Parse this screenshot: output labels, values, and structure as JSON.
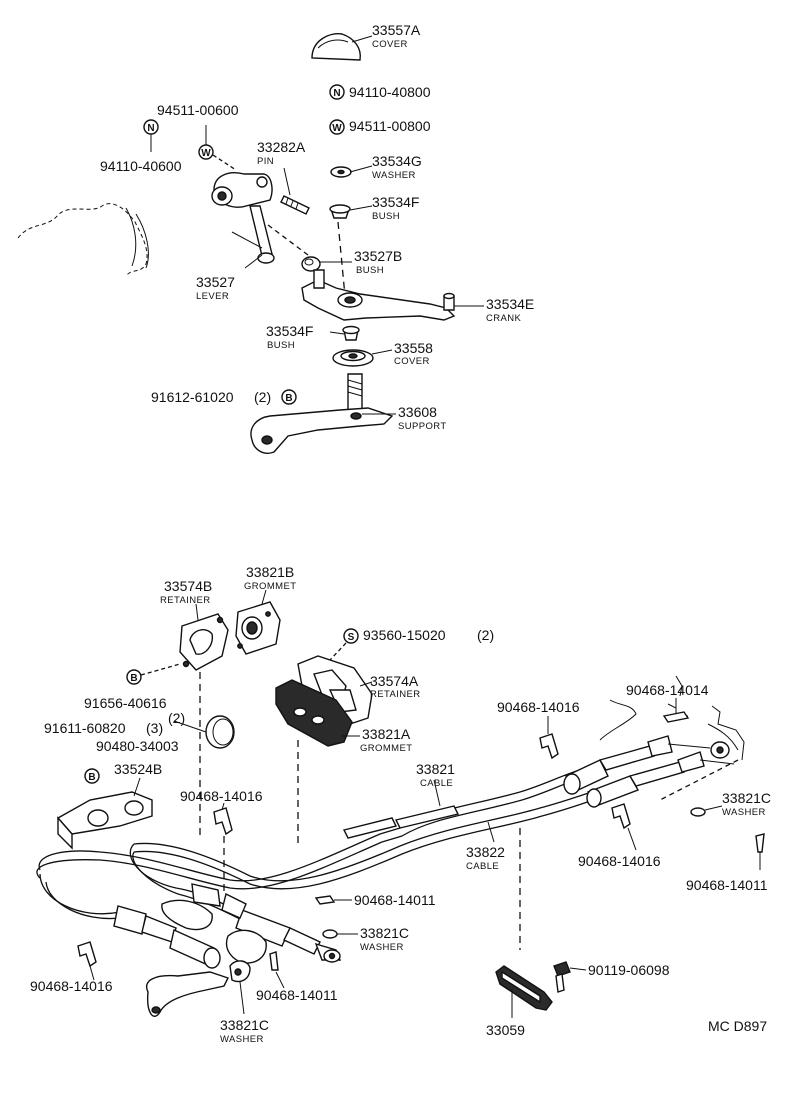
{
  "diagram_code": "MC D897",
  "symbols": {
    "washer": "W",
    "nut": "N",
    "bolt": "B",
    "screw": "S"
  },
  "parts": {
    "p33557A": {
      "no": "33557A",
      "name": "COVER"
    },
    "p94110_40800": {
      "no": "94110-40800"
    },
    "p94511_00800": {
      "no": "94511-00800"
    },
    "p94511_00600": {
      "no": "94511-00600"
    },
    "p94110_40600": {
      "no": "94110-40600"
    },
    "p33282A": {
      "no": "33282A",
      "name": "PIN"
    },
    "p33534G": {
      "no": "33534G",
      "name": "WASHER"
    },
    "p33534F_top": {
      "no": "33534F",
      "name": "BUSH"
    },
    "p33527B": {
      "no": "33527B",
      "name": "BUSH"
    },
    "p33527": {
      "no": "33527",
      "name": "LEVER"
    },
    "p33534E": {
      "no": "33534E",
      "name": "CRANK"
    },
    "p33534F_low": {
      "no": "33534F",
      "name": "BUSH"
    },
    "p33558": {
      "no": "33558",
      "name": "COVER"
    },
    "p91612_61020": {
      "no": "91612-61020",
      "qty": "(2)"
    },
    "p33608": {
      "no": "33608",
      "name": "SUPPORT"
    },
    "p33821B": {
      "no": "33821B",
      "name": "GROMMET"
    },
    "p33574B": {
      "no": "33574B",
      "name": "RETAINER"
    },
    "p93560_15020": {
      "no": "93560-15020",
      "qty": "(2)"
    },
    "p33574A": {
      "no": "33574A",
      "name": "RETAINER"
    },
    "p33821A": {
      "no": "33821A",
      "name": "GROMMET"
    },
    "p91656_40616": {
      "no": "91656-40616",
      "qty": "(2)"
    },
    "p91611_60820": {
      "no": "91611-60820",
      "qty": "(3)"
    },
    "p90480_34003": {
      "no": "90480-34003"
    },
    "p33524B": {
      "no": "33524B"
    },
    "p90468_14016_a": {
      "no": "90468-14016"
    },
    "p90468_14016_b": {
      "no": "90468-14016"
    },
    "p90468_14016_c": {
      "no": "90468-14016"
    },
    "p90468_14016_d": {
      "no": "90468-14016"
    },
    "p90468_14014": {
      "no": "90468-14014"
    },
    "p33821": {
      "no": "33821",
      "name": "CABLE"
    },
    "p33822": {
      "no": "33822",
      "name": "CABLE"
    },
    "p33821C_right": {
      "no": "33821C",
      "name": "WASHER"
    },
    "p90468_14011_right": {
      "no": "90468-14011"
    },
    "p90468_14011_mid": {
      "no": "90468-14011"
    },
    "p33821C_mid": {
      "no": "33821C",
      "name": "WASHER"
    },
    "p90468_14011_low": {
      "no": "90468-14011"
    },
    "p33821C_low": {
      "no": "33821C",
      "name": "WASHER"
    },
    "p90119_06098": {
      "no": "90119-06098"
    },
    "p33059": {
      "no": "33059"
    }
  }
}
